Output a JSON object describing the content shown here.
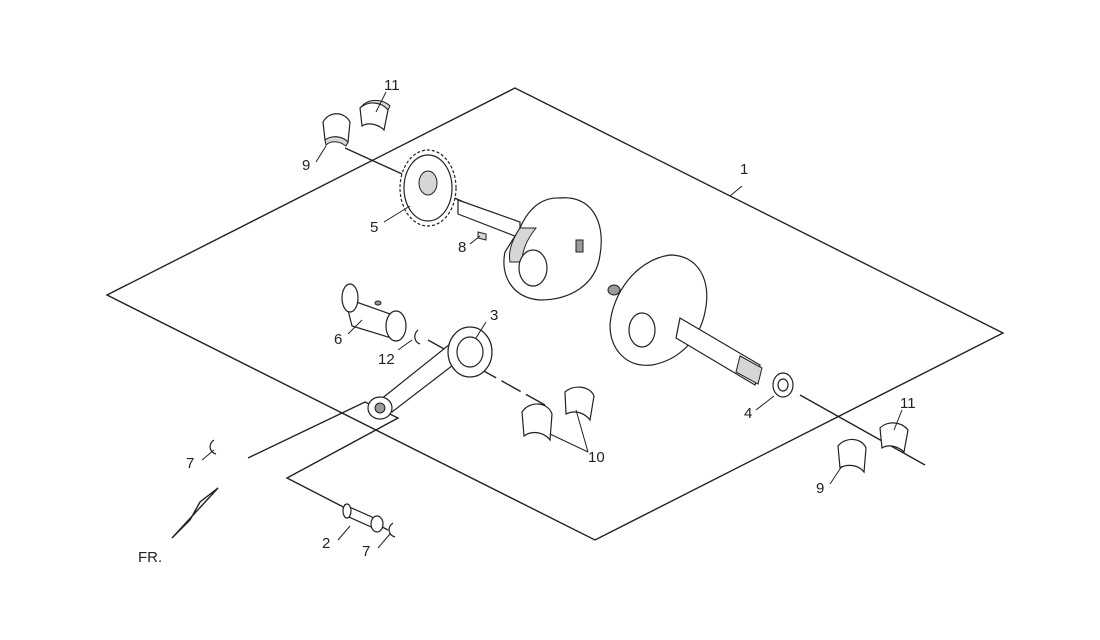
{
  "callouts": {
    "c1": "1",
    "c2": "2",
    "c3": "3",
    "c4": "4",
    "c5": "5",
    "c6": "6",
    "c7a": "7",
    "c7b": "7",
    "c8": "8",
    "c9a": "9",
    "c9b": "9",
    "c10": "10",
    "c11a": "11",
    "c11b": "11",
    "c12": "12"
  },
  "direction_label": "FR."
}
